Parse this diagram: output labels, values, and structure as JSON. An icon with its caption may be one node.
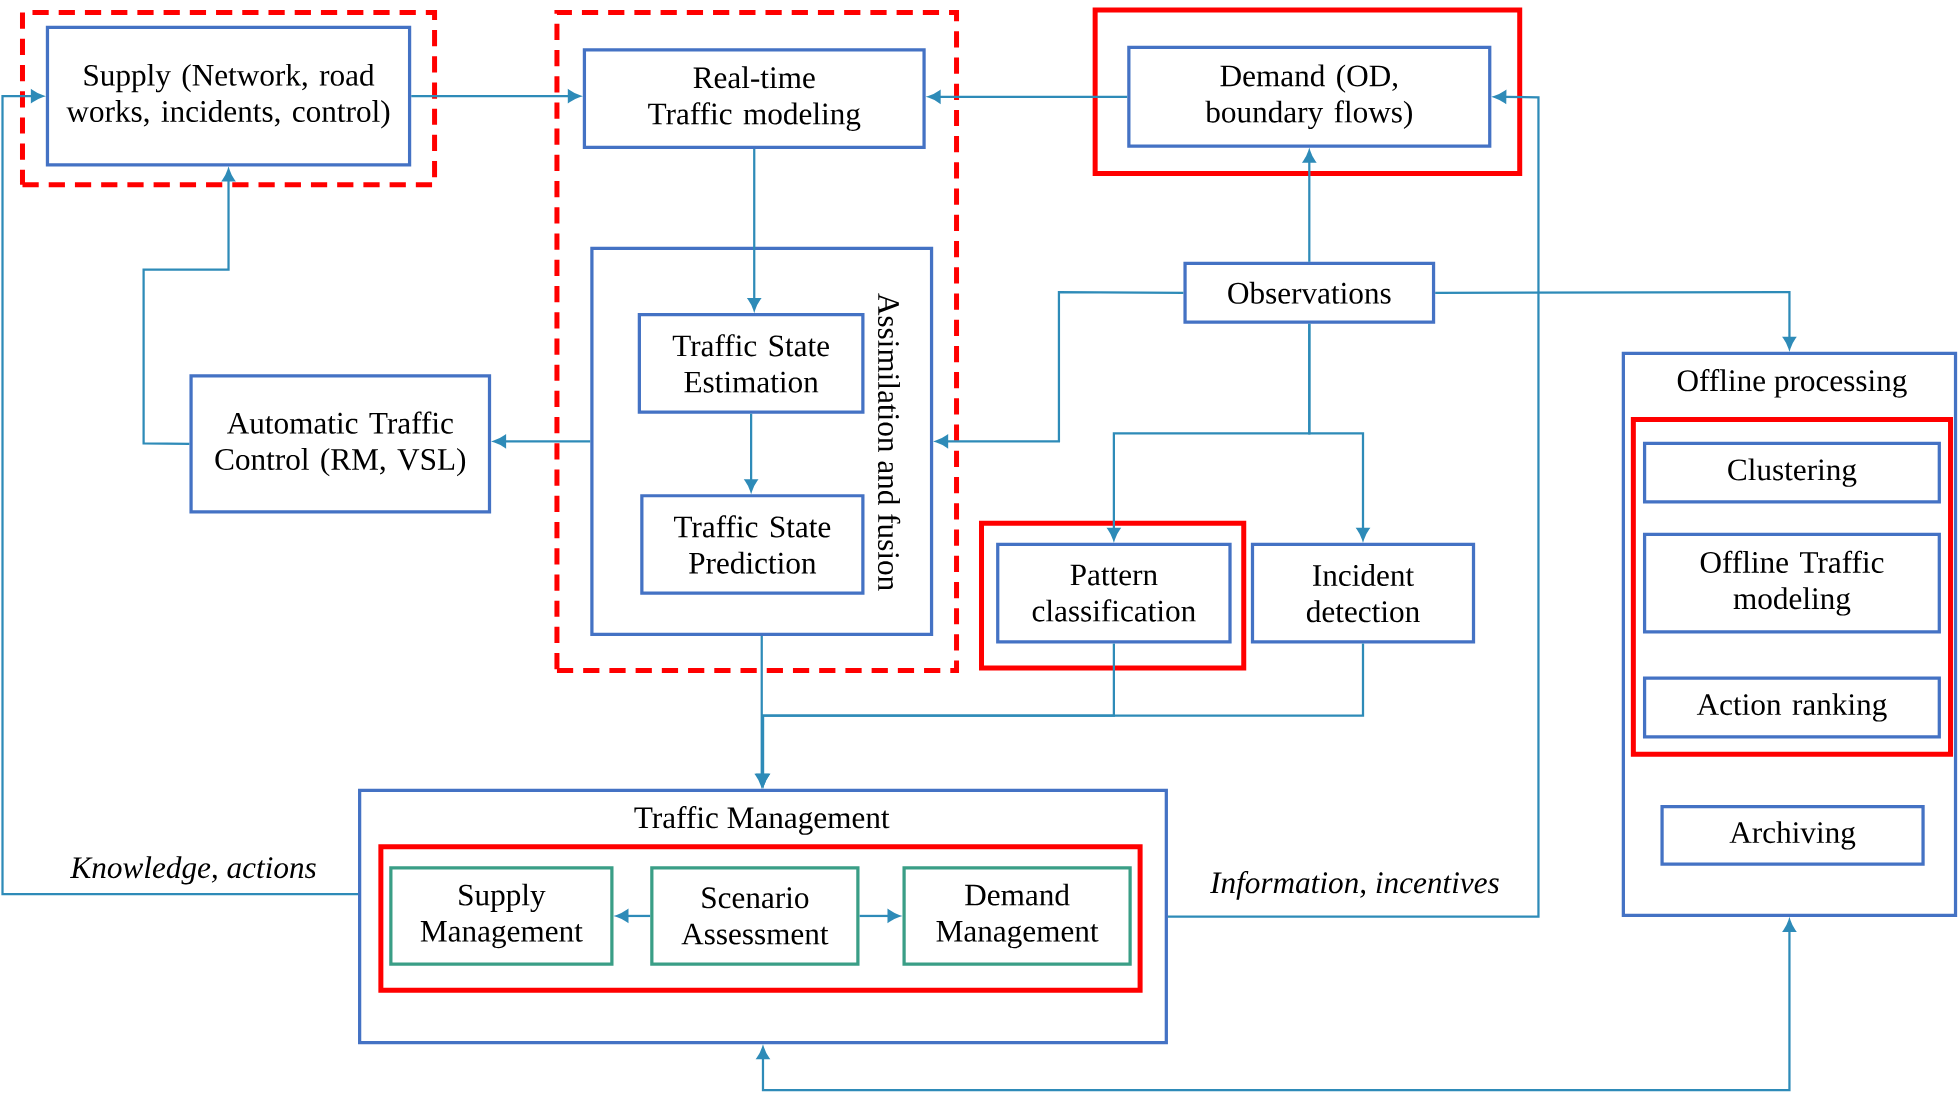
{
  "diagram": {
    "nodes": [
      {
        "text": [],
        "shape": "box"
      },
      {
        "text": [
          "Supply (Network, road works, incidents, control)"
        ],
        "in": 0
      },
      {
        "text": [],
        "shape": "box"
      },
      {
        "text": [
          "Real-time Traffic modeling"
        ],
        "in": 2
      },
      {
        "text": [
          "Assimilation and fusion"
        ],
        "in": 2
      },
      {
        "text": [
          "Traffic State Estimation"
        ],
        "in": 4
      },
      {
        "text": [
          "Traffic State Prediction"
        ],
        "in": 4
      },
      {
        "text": [],
        "shape": "box"
      },
      {
        "text": [
          "Demand (OD, boundary flows)"
        ],
        "in": 7
      },
      {
        "text": [
          "Observations"
        ]
      },
      {
        "text": [
          "Automatic Traffic Control (RM, VSL)"
        ]
      },
      {
        "text": [],
        "shape": "box"
      },
      {
        "text": [
          "Pattern classification"
        ],
        "in": 11
      },
      {
        "text": [
          "Incident detection"
        ]
      },
      {
        "text": [
          "Offline processing"
        ]
      },
      {
        "text": [],
        "shape": "box",
        "in": 14
      },
      {
        "text": [
          "Clustering"
        ],
        "in": 15
      },
      {
        "text": [
          "Offline Traffic modeling"
        ],
        "in": 15
      },
      {
        "text": [
          "Action ranking"
        ],
        "in": 15
      },
      {
        "text": [
          "Archiving"
        ],
        "in": 14
      },
      {
        "text": [
          "Traffic Management"
        ]
      },
      {
        "text": [],
        "shape": "box",
        "in": 20
      },
      {
        "text": [
          "Supply Management"
        ],
        "in": 21
      },
      {
        "text": [
          "Scenario Assessment"
        ],
        "in": 21
      },
      {
        "text": [
          "Demand Management"
        ],
        "in": 21
      }
    ],
    "edges": [
      {
        "from": 1,
        "to": 3,
        "arrow": "to"
      },
      {
        "from": 8,
        "to": 3,
        "arrow": "to"
      },
      {
        "from": 9,
        "to": 8,
        "arrow": "to"
      },
      {
        "from": 3,
        "to": 5,
        "arrow": "to"
      },
      {
        "from": 5,
        "to": 6,
        "arrow": "to"
      },
      {
        "from": 4,
        "to": 10,
        "arrow": "to"
      },
      {
        "from": 10,
        "to": 1,
        "arrow": "to"
      },
      {
        "from": 9,
        "to": 4,
        "arrow": "to"
      },
      {
        "from": 9,
        "to": 14,
        "arrow": "to"
      },
      {
        "from": 9,
        "to": 12,
        "arrow": "to"
      },
      {
        "from": 9,
        "to": 13,
        "arrow": "to"
      },
      {
        "from": 4,
        "to": 20,
        "arrow": "to"
      },
      {
        "from": 12,
        "to": 20,
        "arrow": "to"
      },
      {
        "from": 13,
        "to": 20,
        "arrow": "to"
      },
      {
        "from": 20,
        "to": 1,
        "arrow": "to",
        "label": "Knowledge, actions"
      },
      {
        "from": 20,
        "to": 8,
        "arrow": "to",
        "label": "Information, incentives"
      },
      {
        "from": 14,
        "to": 20,
        "arrow": "both"
      },
      {
        "from": 23,
        "to": 22,
        "arrow": "to"
      },
      {
        "from": 23,
        "to": 24,
        "arrow": "to"
      }
    ]
  }
}
